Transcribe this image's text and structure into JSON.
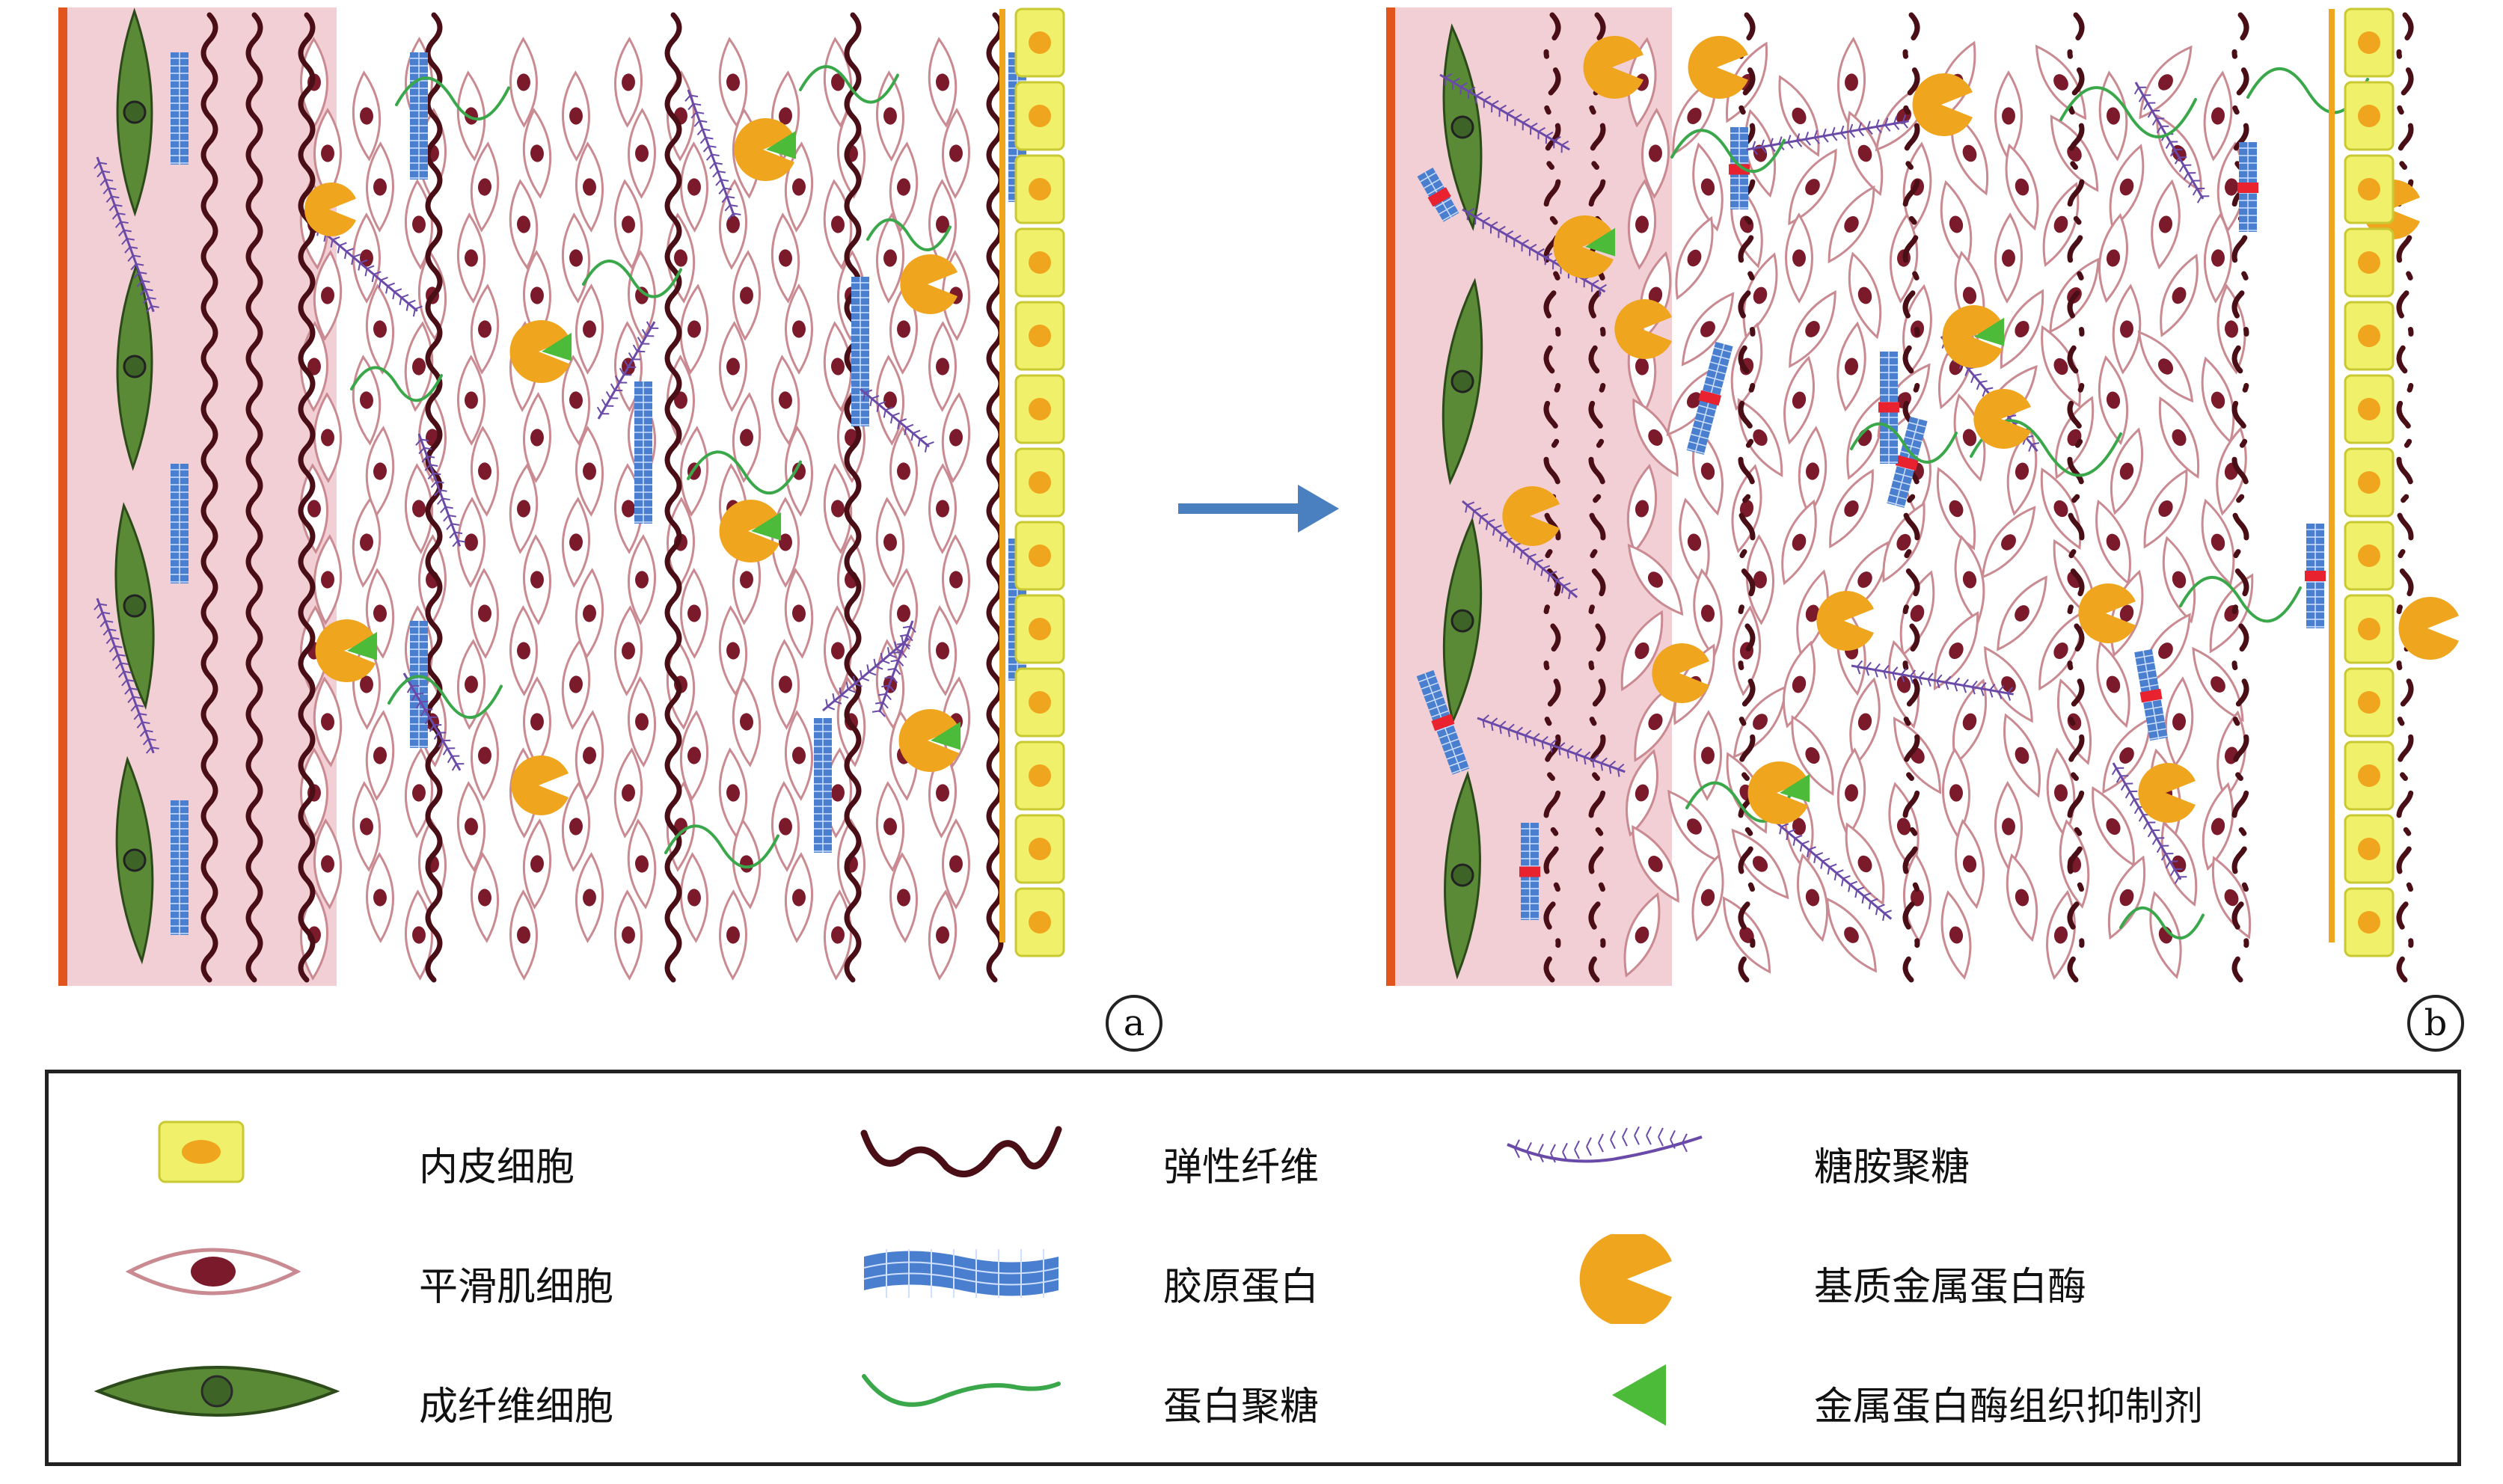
{
  "panels": [
    {
      "label": "a",
      "state": "intact"
    },
    {
      "label": "b",
      "state": "degraded"
    }
  ],
  "legend": [
    {
      "key": "endothelial",
      "label": "内皮细胞",
      "icon": "endothelial-cell-icon"
    },
    {
      "key": "smc",
      "label": "平滑肌细胞",
      "icon": "smooth-muscle-cell-icon"
    },
    {
      "key": "fibroblast",
      "label": "成纤维细胞",
      "icon": "fibroblast-icon"
    },
    {
      "key": "elastin",
      "label": "弹性纤维",
      "icon": "elastic-fiber-icon"
    },
    {
      "key": "collagen",
      "label": "胶原蛋白",
      "icon": "collagen-icon"
    },
    {
      "key": "proteoglycan",
      "label": "蛋白聚糖",
      "icon": "proteoglycan-icon"
    },
    {
      "key": "gag",
      "label": "糖胺聚糖",
      "icon": "glycosaminoglycan-icon"
    },
    {
      "key": "mmp",
      "label": "基质金属蛋白酶",
      "icon": "mmp-icon"
    },
    {
      "key": "timp",
      "label": "金属蛋白酶组织抑制剂",
      "icon": "timp-icon"
    }
  ],
  "colors": {
    "adventitia": "#f2cfd4",
    "adventitia_border": "#e2561e",
    "fibroblast": "#5a8a36",
    "smc_outline": "#c98a92",
    "nucleus": "#7a1a2a",
    "elastin": "#4a0f16",
    "collagen": "#4a7fd0",
    "proteoglycan": "#3aa84a",
    "gag": "#6a4aa8",
    "mmp": "#f0a51e",
    "timp": "#4cbb3a",
    "endothelial": "#f0f06a",
    "endothelial_nucleus": "#f0a51e",
    "arrow": "#4a7fc0",
    "damage": "#e8222e"
  }
}
